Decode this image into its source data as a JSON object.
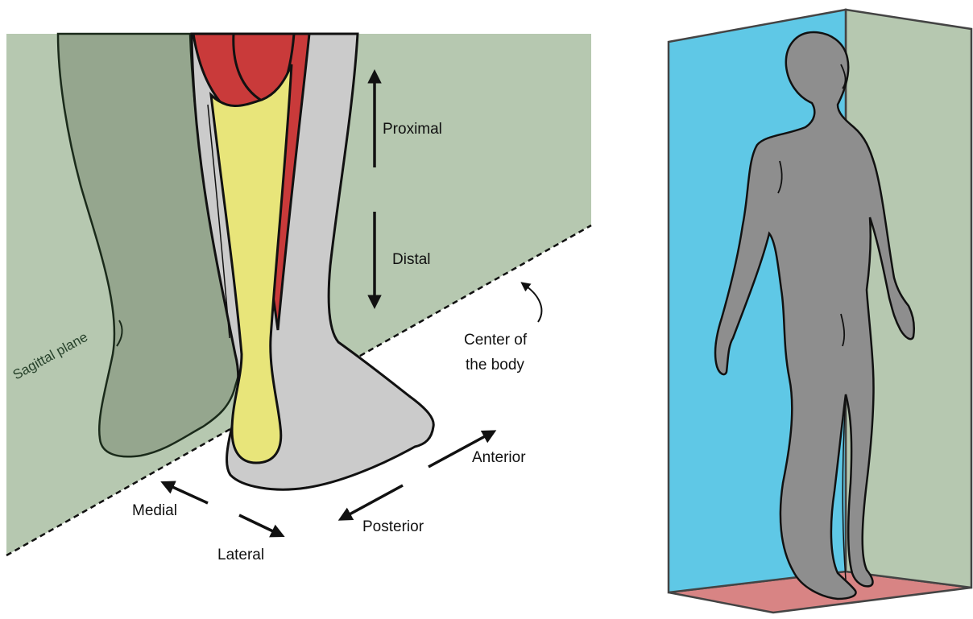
{
  "labels": {
    "proximal": "Proximal",
    "distal": "Distal",
    "center_line1": "Center of",
    "center_line2": "the body",
    "sagittal_plane": "Sagittal plane",
    "medial": "Medial",
    "lateral": "Lateral",
    "posterior": "Posterior",
    "anterior": "Anterior"
  },
  "colors": {
    "sagittal_plane": "#b6c8b0",
    "far_leg": "#95a68e",
    "skin": "#cbcbcb",
    "muscle": "#c93a3a",
    "tendon": "#e8e57a",
    "figure": "#8e8e8e",
    "wall_blue": "#5fc8e6",
    "wall_green": "#b6c8b0",
    "floor_red": "#d88484",
    "outline": "#111111"
  },
  "icons": {
    "direction_arrow": "arrow-icon",
    "curved_arrow": "curved-arrow-icon"
  }
}
